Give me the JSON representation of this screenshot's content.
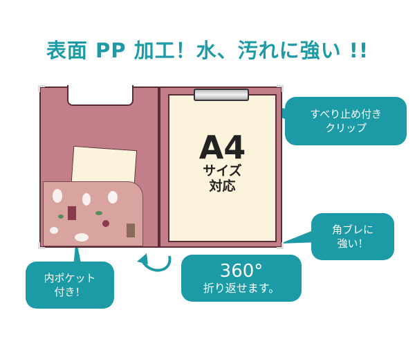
{
  "title": "表面 PP 加工！水、汚れに強い !!",
  "board": {
    "size_label": "A4",
    "size_sub1": "サイズ",
    "size_sub2": "対応"
  },
  "callouts": {
    "clip": [
      "すべり止め付き",
      "クリップ"
    ],
    "corner": [
      "角ブレに",
      "強い！"
    ],
    "fold": {
      "degrees": "360°",
      "text": "折り返せます。"
    },
    "pocket": [
      "内ポケット",
      "付き！"
    ]
  },
  "colors": {
    "accent": "#1c9ba6",
    "board": "#c27f89",
    "paper": "#fbf3dc"
  }
}
